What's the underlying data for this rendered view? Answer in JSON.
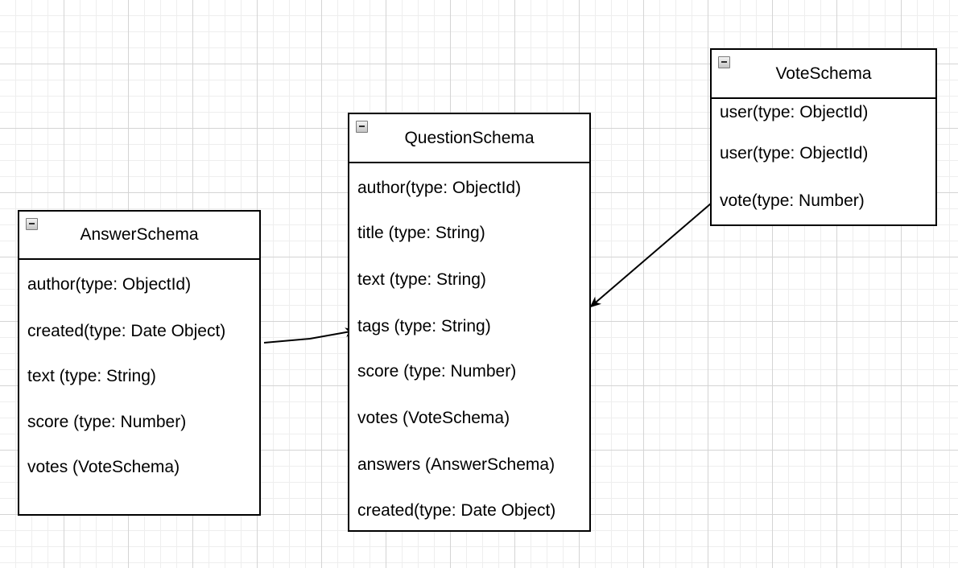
{
  "answer_schema": {
    "title": "AnswerSchema",
    "fields": [
      "author(type: ObjectId)",
      "created(type: Date Object)",
      "text (type: String)",
      "score (type: Number)",
      "votes (VoteSchema)"
    ]
  },
  "question_schema": {
    "title": "QuestionSchema",
    "fields": [
      "author(type: ObjectId)",
      "title (type: String)",
      "text (type: String)",
      "tags (type: String)",
      "score (type: Number)",
      "votes (VoteSchema)",
      "answers (AnswerSchema)",
      "created(type: Date Object)"
    ]
  },
  "vote_schema": {
    "title": "VoteSchema",
    "fields": [
      "user(type: ObjectId)",
      "user(type: ObjectId)",
      "vote(type: Number)"
    ]
  },
  "colors": {
    "grid_major": "#d4d4d4",
    "grid_minor": "#eeeeee",
    "stroke": "#000000"
  }
}
